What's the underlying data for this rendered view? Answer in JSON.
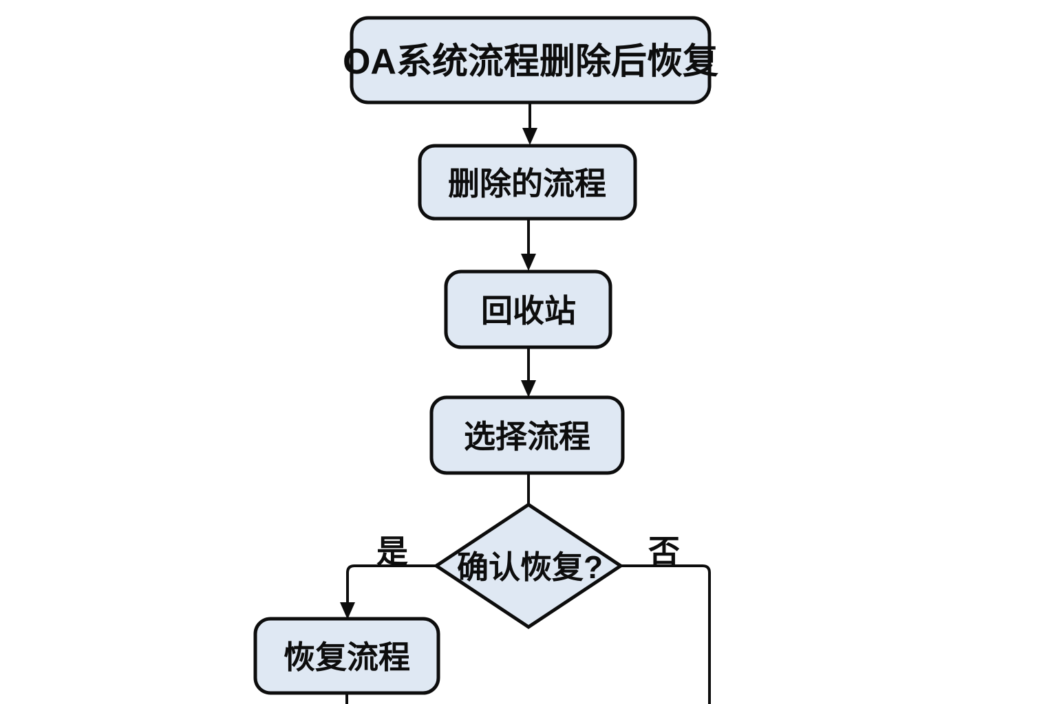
{
  "diagram": {
    "background": "#ffffff",
    "node_fill": "#dfe8f3",
    "node_stroke": "#0d0d0d",
    "text_color": "#0d0d0d",
    "nodes": {
      "title": "OA系统流程删除后恢复",
      "deleted_process": "删除的流程",
      "recycle_bin": "回收站",
      "select_process": "选择流程",
      "confirm_restore": "确认恢复?",
      "restore_process": "恢复流程"
    },
    "edge_labels": {
      "yes": "是",
      "no": "否"
    }
  }
}
